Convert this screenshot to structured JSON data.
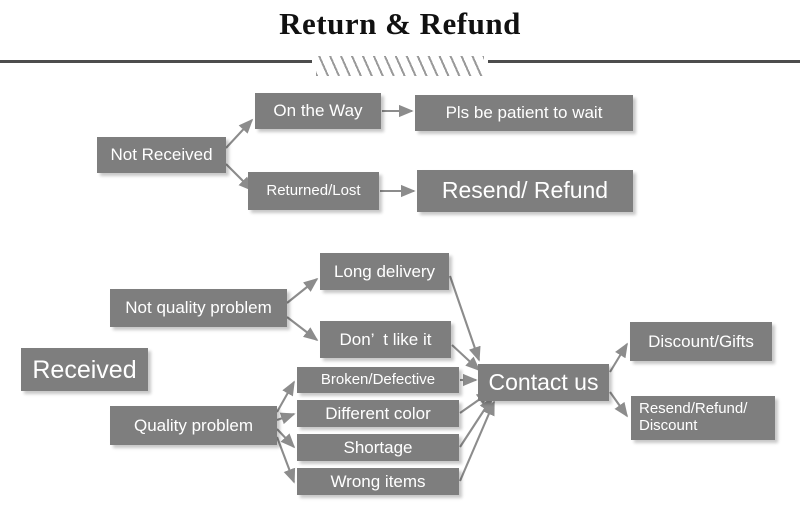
{
  "header": {
    "title": "Return & Refund",
    "divider_icon": "hatched-divider"
  },
  "colors": {
    "box_fill": "#7e7e7e",
    "box_text": "#ffffff",
    "arrow": "#8c8c8c",
    "rule": "#4d4d4d",
    "background": "#ffffff"
  },
  "flow": {
    "not_received": {
      "root": "Not Received",
      "branches": [
        {
          "cause": "On the Way",
          "action": "Pls be patient to wait"
        },
        {
          "cause": "Returned/Lost",
          "action": "Resend/ Refund"
        }
      ]
    },
    "received": {
      "root": "Received",
      "categories": [
        {
          "label": "Not quality problem",
          "reasons": [
            "Long delivery",
            "Don’  t like it"
          ]
        },
        {
          "label": "Quality problem",
          "reasons": [
            "Broken/Defective",
            "Different color",
            "Shortage",
            "Wrong items"
          ]
        }
      ],
      "hub": "Contact us",
      "outcomes": [
        "Discount/Gifts",
        "Resend/Refund/\nDiscount"
      ]
    }
  }
}
